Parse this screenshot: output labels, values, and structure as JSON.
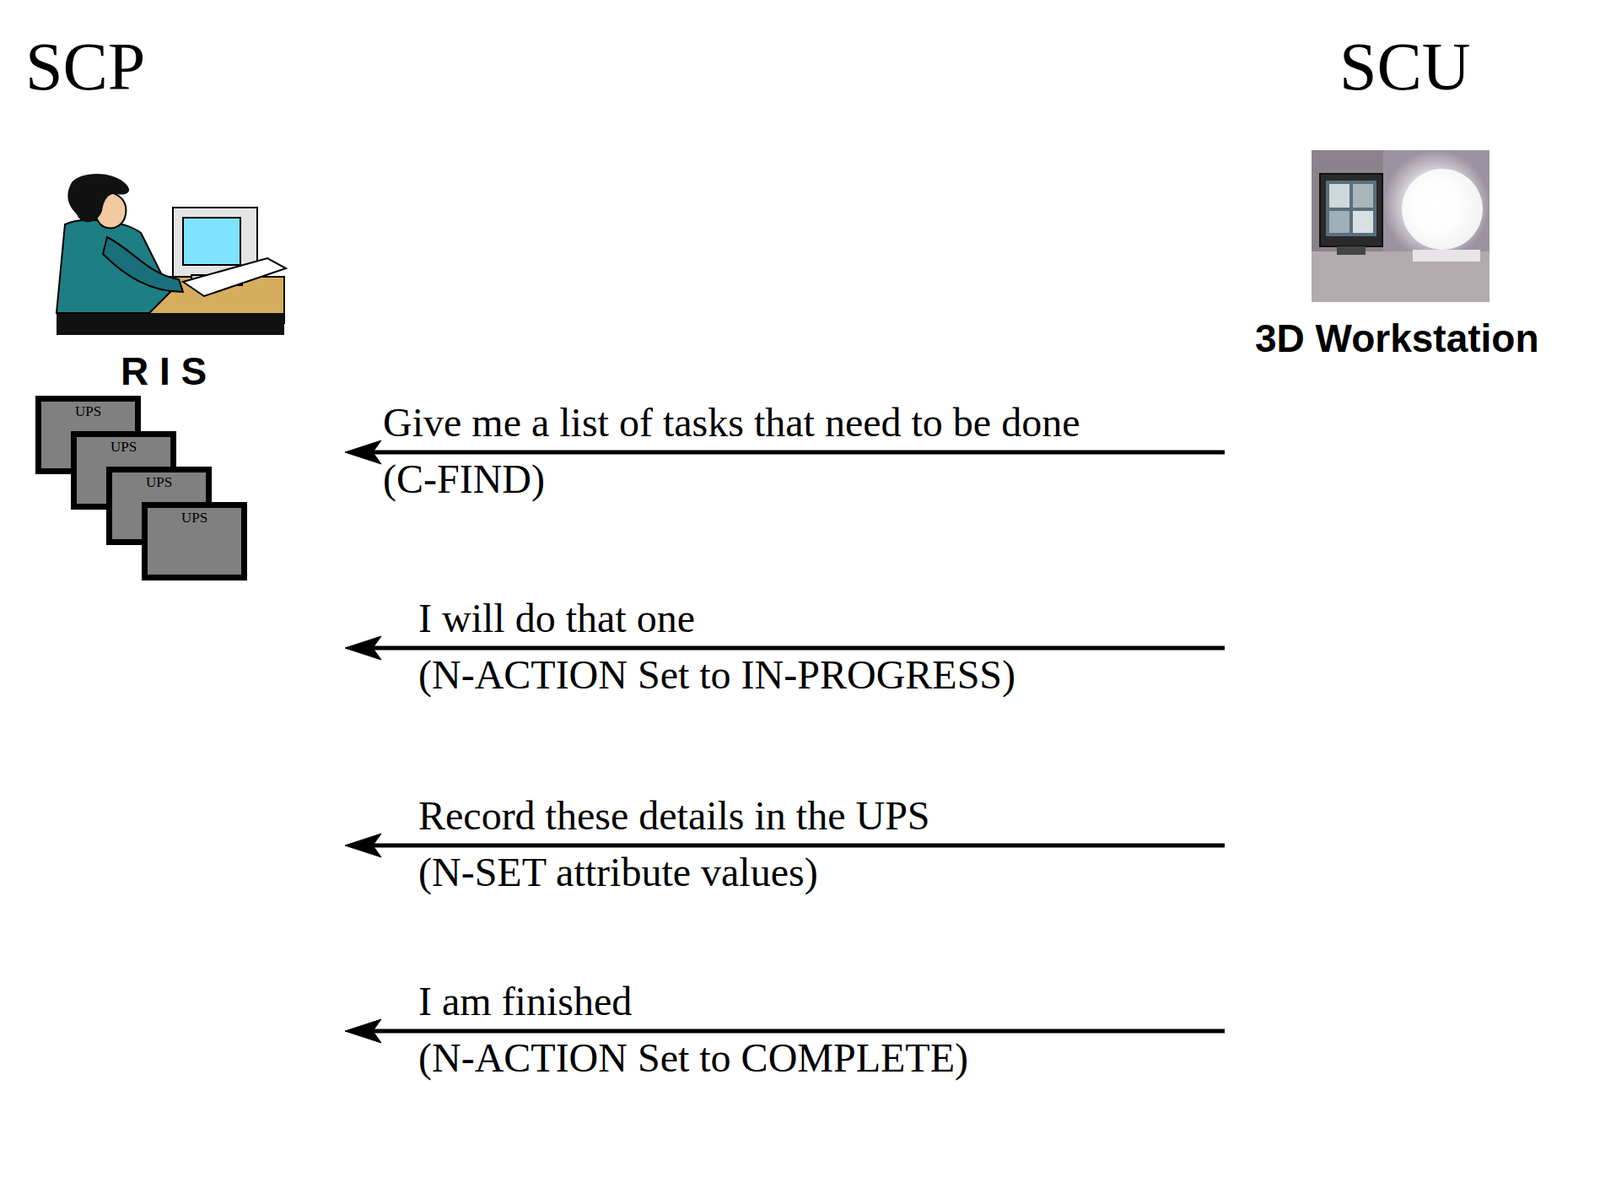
{
  "diagram": {
    "nodes": [
      {
        "text": [
          "UPS"
        ]
      },
      {
        "text": [
          "UPS"
        ]
      },
      {
        "text": [
          "UPS"
        ]
      },
      {
        "text": [
          "UPS"
        ]
      }
    ],
    "labels": [
      "SCP",
      "SCU",
      "R I S",
      "3D Workstation",
      "Give me a list of tasks that need to be done",
      "(C-FIND)",
      "I will do that one",
      "(N-ACTION Set to IN-PROGRESS)",
      "Record these details in the UPS",
      "(N-SET attribute values)",
      "I am finished",
      "(N-ACTION Set to COMPLETE)"
    ]
  }
}
